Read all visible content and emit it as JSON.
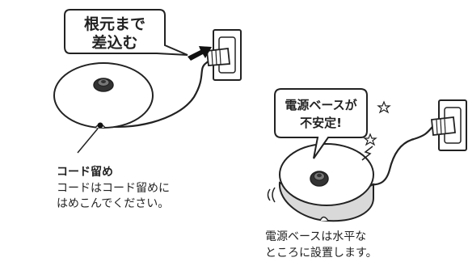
{
  "left_figure": {
    "callout_line1": "根元まで",
    "callout_line2": "差込む",
    "label_title": "コード留め",
    "label_line1": "コードはコード留めに",
    "label_line2": "はめこんでください。"
  },
  "right_figure": {
    "callout_line1": "電源ベースが",
    "callout_line2": "不安定!",
    "caption_line1": "電源ベースは水平な",
    "caption_line2": "ところに設置します。"
  },
  "colors": {
    "stroke": "#222222",
    "fill": "#ffffff",
    "knob": "#333333",
    "base_shadow": "#d9d9d9"
  },
  "icons": [
    "arrow-icon",
    "plug-icon",
    "outlet-icon",
    "sparkle-icon",
    "vibration-icon"
  ]
}
